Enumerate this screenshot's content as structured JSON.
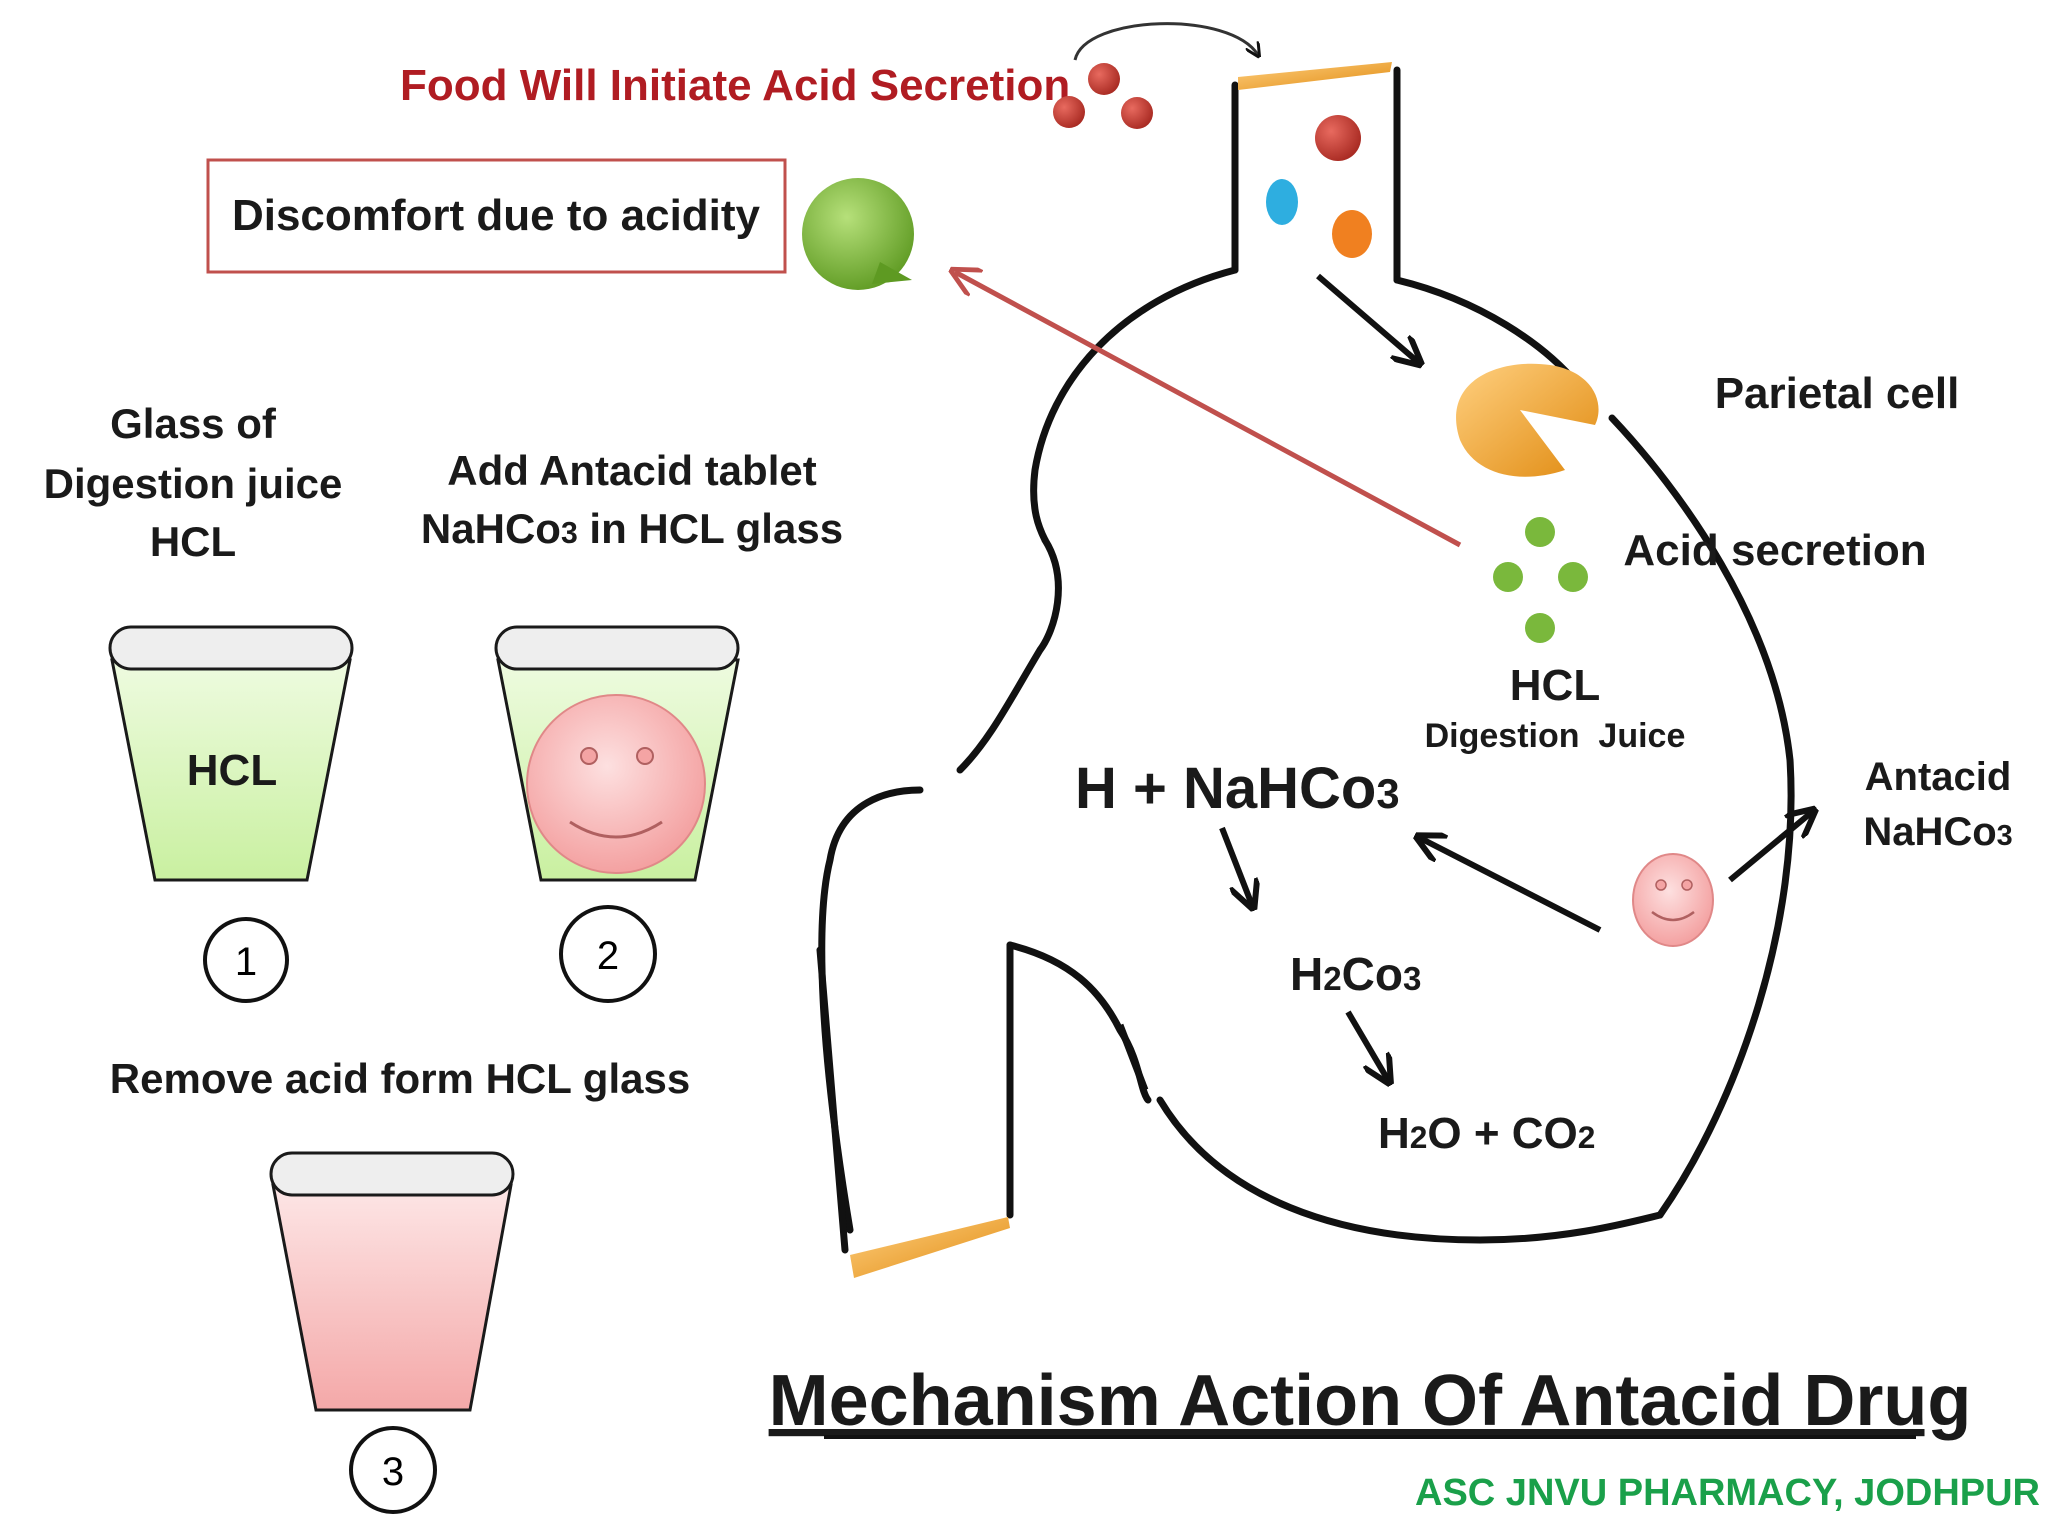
{
  "top_caption": "Food Will Initiate Acid Secretion",
  "discomfort_box": "Discomfort due to acidity",
  "glass_caption_1": [
    "Glass of",
    "Digestion juice",
    "HCL"
  ],
  "glass_caption_2": [
    "Add Antacid tablet",
    "NaHCo",
    "3",
    " in HCL glass"
  ],
  "glass_1_label": "HCL",
  "step_1": "1",
  "step_2": "2",
  "step_3": "3",
  "remove_caption": "Remove acid form HCL glass",
  "parietal_cell": "Parietal cell",
  "acid_secretion": "Acid secretion",
  "hcl_label": "HCL",
  "digestion_juice": "Digestion  Juice",
  "antacid_label": [
    "Antacid",
    "NaHCo",
    "3"
  ],
  "reaction": {
    "reactants": [
      "H + ",
      "NaHCo",
      "3"
    ],
    "intermediate": [
      "H",
      "2",
      "Co",
      "3"
    ],
    "products": [
      "H",
      "2",
      "O + CO",
      "2"
    ]
  },
  "title": "Mechanism Action Of Antacid Drug",
  "credit": "ASC JNVU PHARMACY, JODHPUR",
  "colors": {
    "caption_red": "#b01c22",
    "credit_green": "#1aa04a",
    "box_border": "#c0504d",
    "arrow_red": "#c0504d",
    "food_red": "#c0392b",
    "pill_green": "#7ab83c",
    "glass_green": "#d8f5b8",
    "glass_pink": "#f7b5b5",
    "valve_orange": "#f0a030",
    "dot_blue": "#2eaee0",
    "dot_orange": "#f08020"
  },
  "icons": [
    "smiley-tablet-icon",
    "speech-bubble-icon",
    "food-particles-icon",
    "parietal-cell-icon",
    "hcl-dots-icon"
  ]
}
